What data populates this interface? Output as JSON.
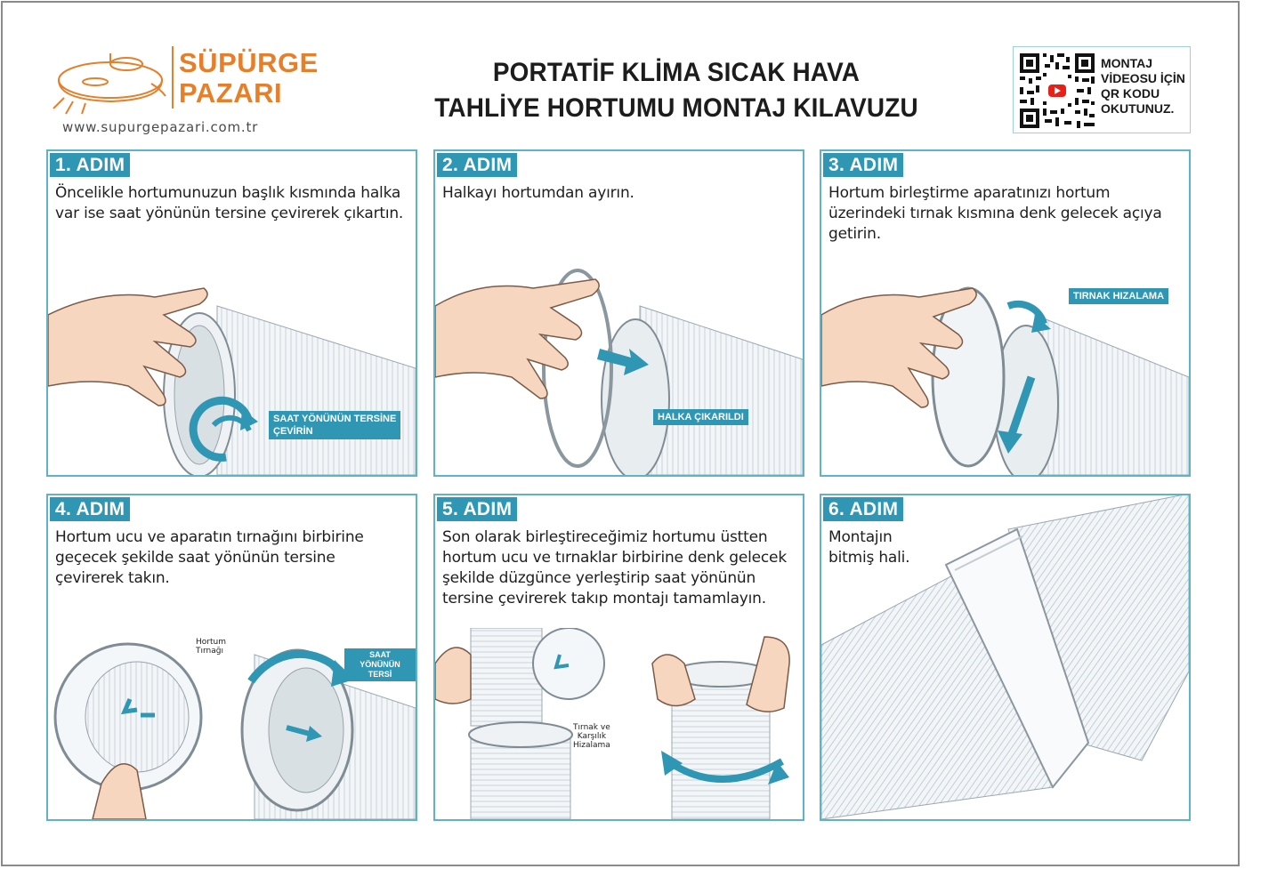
{
  "brand": {
    "name_line1": "SÜPÜRGE",
    "name_line2": "PAZARI",
    "url": "www.supurgepazari.com.tr"
  },
  "title": {
    "line1": "PORTATİF KLİMA SICAK HAVA",
    "line2": "TAHLİYE HORTUMU MONTAJ KILAVUZU"
  },
  "qr": {
    "lines": [
      "MONTAJ",
      "VİDEOSU İÇİN",
      "QR KODU",
      "OKUTUNUZ."
    ]
  },
  "steps": [
    {
      "label": "1. ADIM",
      "text": "Öncelikle hortumunuzun başlık kısmında halka var ise saat yönünün tersine çevirerek çıkartın.",
      "callouts": [
        "SAAT YÖNÜNÜN TERSİNE",
        "ÇEVİRİN"
      ]
    },
    {
      "label": "2. ADIM",
      "text": "Halkayı hortumdan ayırın.",
      "callouts": [
        "HALKA ÇIKARILDI"
      ]
    },
    {
      "label": "3. ADIM",
      "text": "Hortum birleştirme aparatınızı hortum üzerindeki tırnak kısmına denk gelecek açıya getirin.",
      "callouts": [
        "TIRNAK HIZALAMA"
      ]
    },
    {
      "label": "4. ADIM",
      "text": "Hortum ucu ve aparatın tırnağını birbirine geçecek şekilde saat yönünün tersine çevirerek takın.",
      "callouts": [
        "SAAT YÖNÜNÜN",
        "TERSİ"
      ],
      "notes": [
        "Hortum",
        "Tırnağı"
      ]
    },
    {
      "label": "5. ADIM",
      "text": "Son olarak birleştireceğimiz hortumu üstten hortum ucu ve tırnaklar birbirine denk gelecek şekilde düzgünce yerleştirip saat yönünün tersine çevirerek takıp montajı tamamlayın.",
      "notes": [
        "Tırnak ve",
        "Karşılık",
        "Hizalama"
      ]
    },
    {
      "label": "6. ADIM",
      "text": "Montajın bitmiş hali."
    }
  ],
  "colors": {
    "accent": "#2f96b4",
    "card_border": "#5fb3c6",
    "brand_orange": "#e57f2a"
  },
  "icons": [
    "robot-vacuum-icon",
    "qr-code-icon",
    "youtube-play-icon",
    "rotate-arrow-icon",
    "push-arrow-icon"
  ]
}
